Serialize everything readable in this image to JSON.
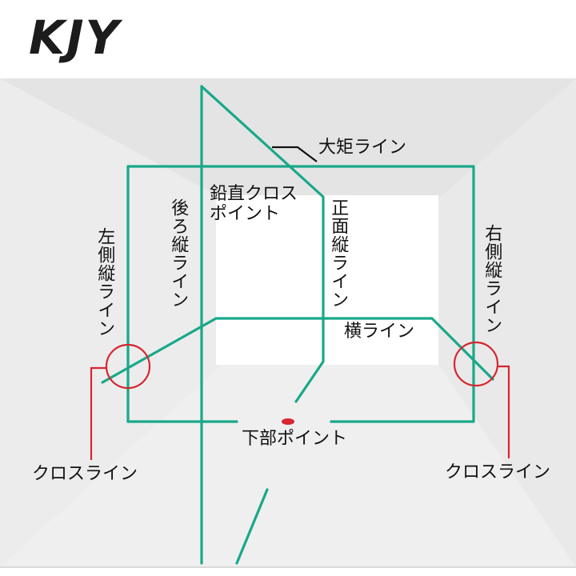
{
  "brand": {
    "logo_text": "KJY"
  },
  "colors": {
    "laser_green": "#19a889",
    "cross_red": "#d62631",
    "ceiling": "#e4e4e4",
    "left_wall": "#ececec",
    "right_wall": "#e9e9e9",
    "floor": "#efefef",
    "back_wall": "#ffffff",
    "leader_black": "#111111"
  },
  "labels": {
    "ceiling_line": "大矩ライン",
    "plumb_cross": "鉛直クロス\nポイント",
    "back_vertical": "後ろ縦ライン",
    "front_vertical": "正面縦ライン",
    "left_vertical": "左側縦ライン",
    "right_vertical": "右側縦ライン",
    "horizontal_line": "横ライン",
    "bottom_point": "下部ポイント",
    "cross_line_left": "クロスライン",
    "cross_line_right": "クロスライン"
  }
}
